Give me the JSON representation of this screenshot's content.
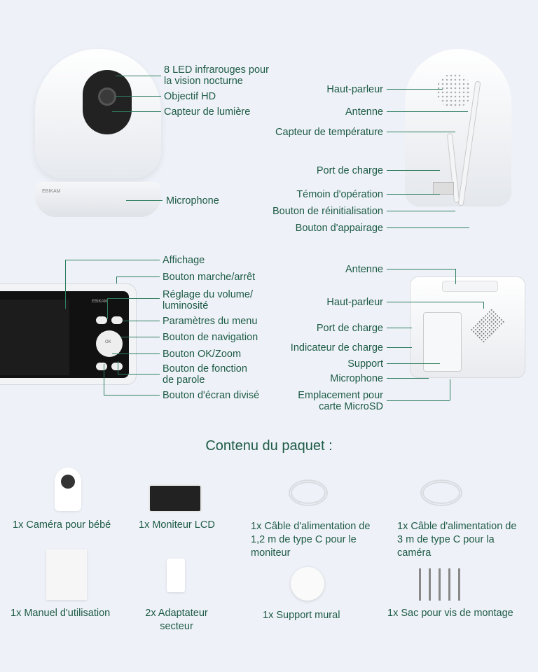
{
  "camera_front": {
    "labels": [
      "8 LED infrarouges pour",
      "la vision nocturne",
      "Objectif HD",
      "Capteur de lumière",
      "Microphone"
    ],
    "brand": "EBIKAM"
  },
  "camera_back": {
    "labels": [
      "Haut-parleur",
      "Antenne",
      "Capteur de température",
      "Port de charge",
      "Témoin d'opération",
      "Bouton de réinitialisation",
      "Bouton d'appairage"
    ]
  },
  "monitor_front": {
    "labels": [
      "Affichage",
      "Bouton marche/arrêt",
      "Réglage du volume/",
      "luminosité",
      "Paramètres du menu",
      "Bouton de navigation",
      "Bouton OK/Zoom",
      "Bouton de fonction",
      "de parole",
      "Bouton d'écran divisé"
    ],
    "brand": "EBIKAM",
    "ok": "OK"
  },
  "monitor_back": {
    "labels": [
      "Antenne",
      "Haut-parleur",
      "Port de charge",
      "Indicateur de charge",
      "Support",
      "Microphone",
      "Emplacement pour",
      "carte MicroSD"
    ]
  },
  "package": {
    "title": "Contenu du paquet :",
    "items": [
      "1x Caméra pour bébé",
      "1x Moniteur LCD",
      "1x Câble d'alimentation de 1,2 m de type C pour le moniteur",
      "1x Câble d'alimentation de 3 m de type C pour la caméra",
      "1x Manuel d'utilisation",
      "2x Adaptateur secteur",
      "1x Support mural",
      "1x Sac pour vis de montage"
    ]
  }
}
